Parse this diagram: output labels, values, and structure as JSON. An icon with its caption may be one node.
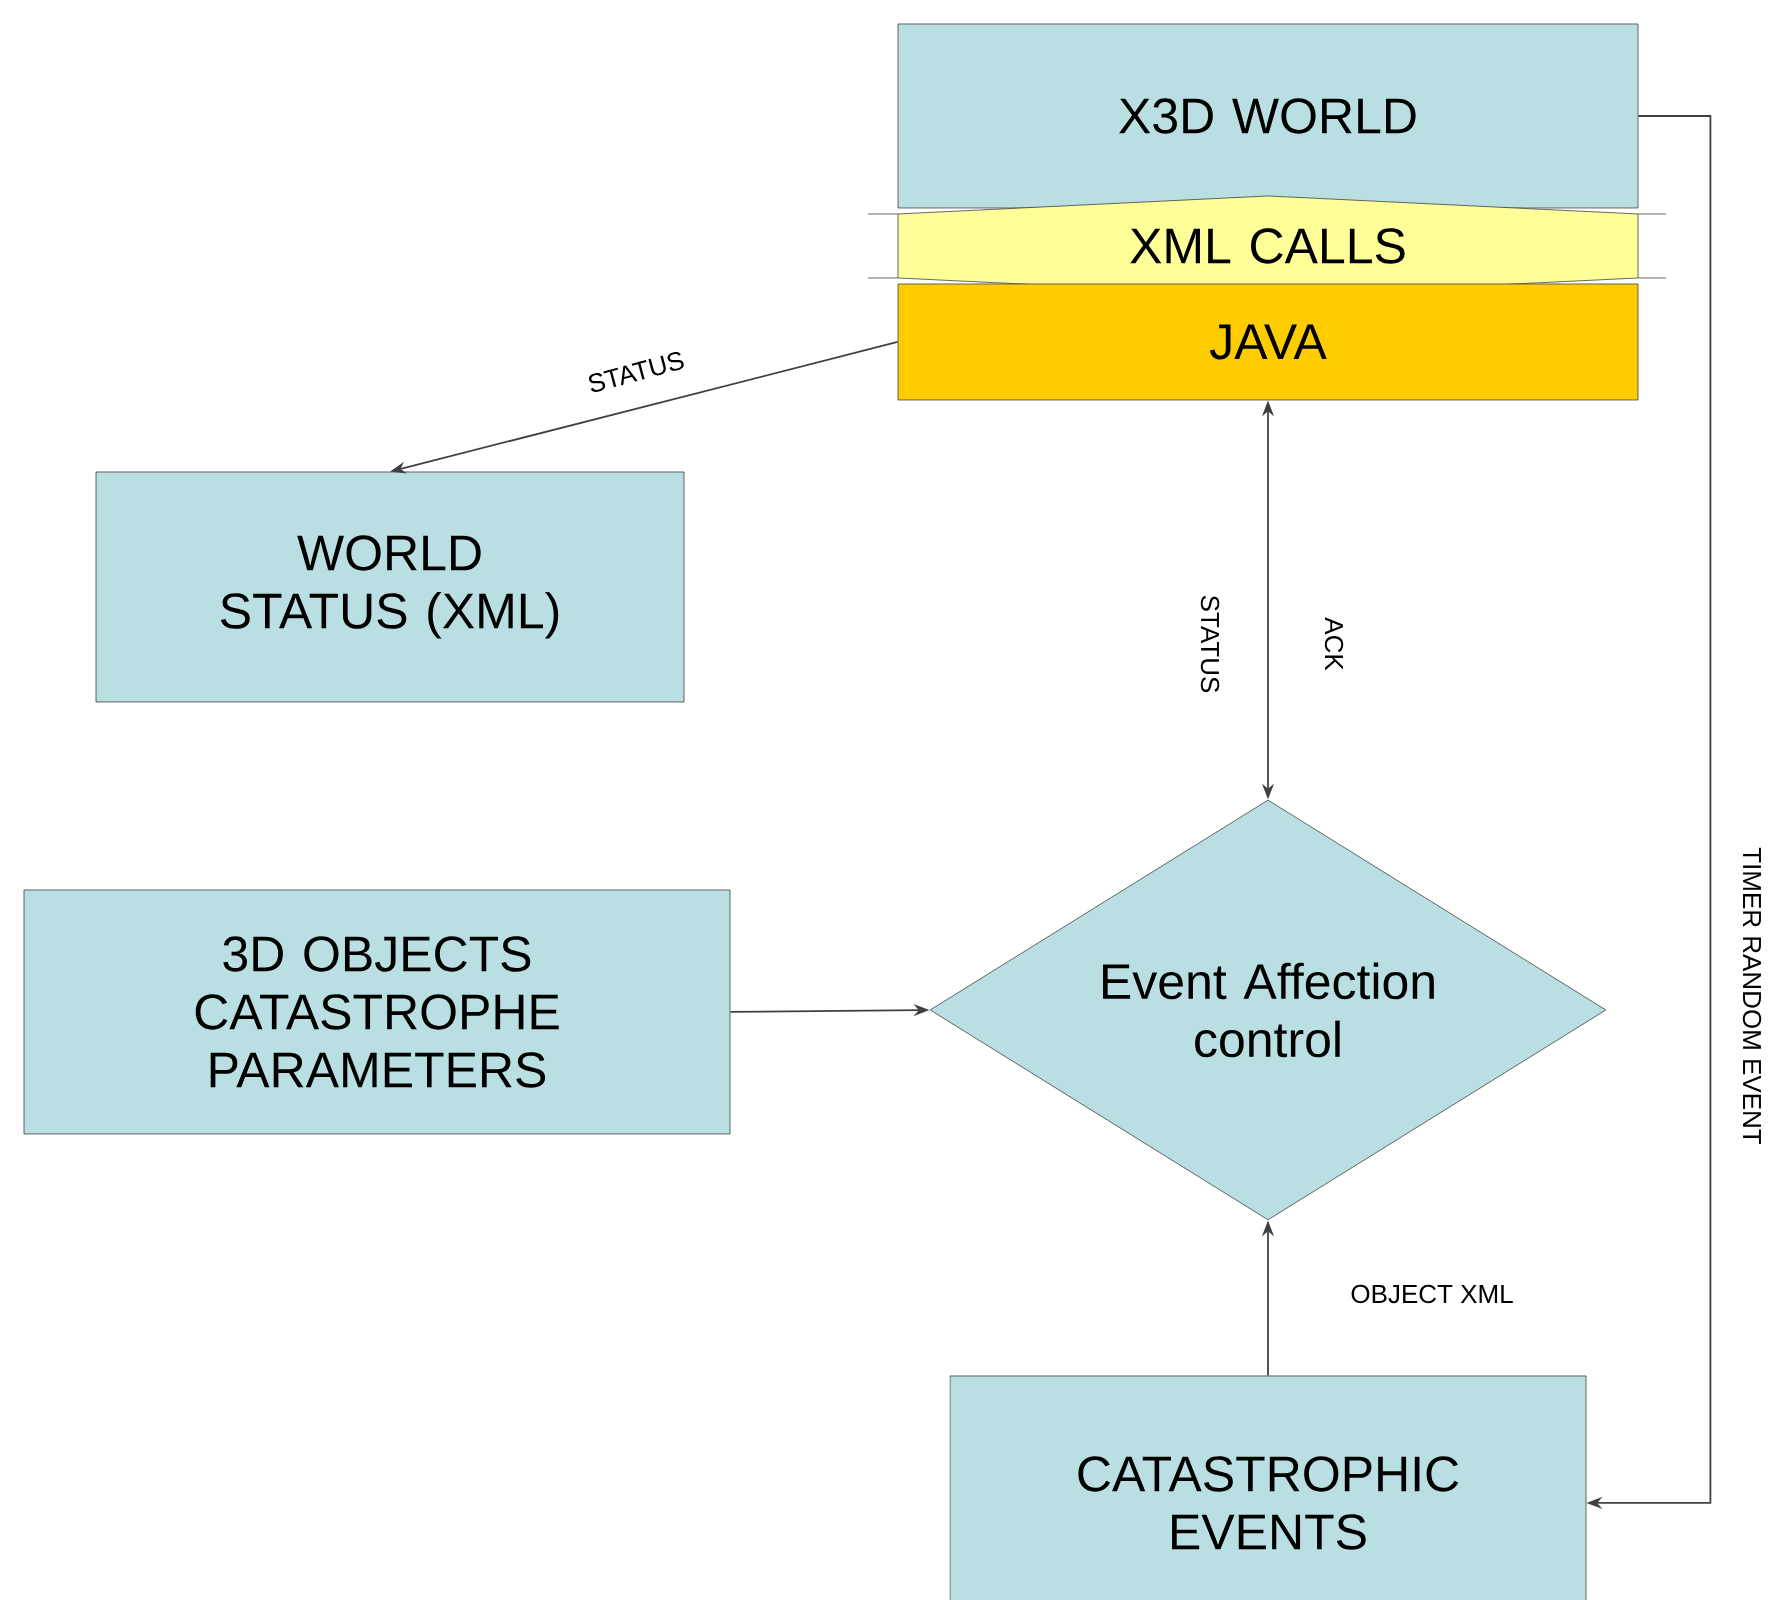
{
  "diagram": {
    "nodes": [
      {
        "text": [
          "X3D WORLD"
        ]
      },
      {
        "text": [
          "XML CALLS"
        ]
      },
      {
        "text": [
          "JAVA"
        ]
      },
      {
        "text": [
          "WORLD STATUS (XML)"
        ]
      },
      {
        "text": [
          "3D OBJECTS CATASTROPHE PARAMETERS"
        ]
      },
      {
        "text": [
          "Event Affection control"
        ]
      },
      {
        "text": [
          "CATASTROPHIC EVENTS"
        ]
      }
    ],
    "edges": [
      {
        "from": 2,
        "to": 3,
        "arrow": "to",
        "label": "STATUS"
      },
      {
        "from": 2,
        "to": 5,
        "arrow": "both",
        "label": "STATUS"
      },
      {
        "from": 0,
        "to": 6,
        "arrow": "to",
        "label": "TIMER RANDOM EVENT"
      },
      {
        "from": 4,
        "to": 5,
        "arrow": "to"
      },
      {
        "from": 6,
        "to": 5,
        "arrow": "to",
        "label": "OBJECT XML"
      }
    ],
    "labels": [
      "ACK"
    ]
  }
}
